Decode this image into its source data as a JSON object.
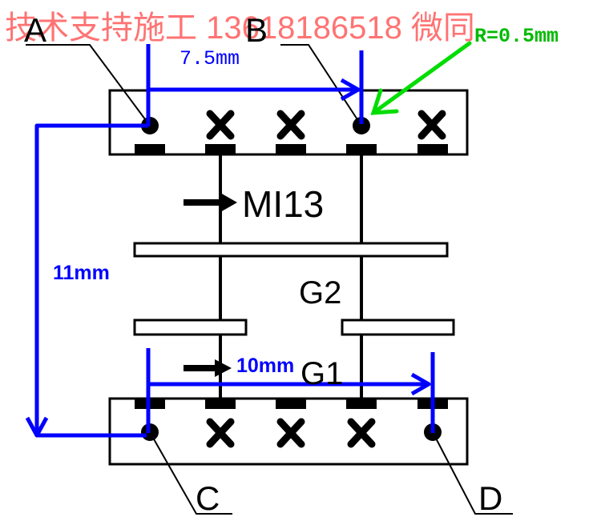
{
  "watermark": "技术支持施工 13618186518 微同",
  "pins": {
    "a": "A",
    "b": "B",
    "c": "C",
    "d": "D"
  },
  "dims": {
    "pin_pitch": "7.5mm",
    "vertical": "11mm",
    "bottom_span": "10mm",
    "radius": "R=0.5mm"
  },
  "labels": {
    "core": "MI13",
    "gap2": "G2",
    "gap1": "G1"
  },
  "colors": {
    "dimension": "#0000ff",
    "radius_callout": "#00dd00",
    "watermark": "#ff0000",
    "outline": "#000000"
  }
}
